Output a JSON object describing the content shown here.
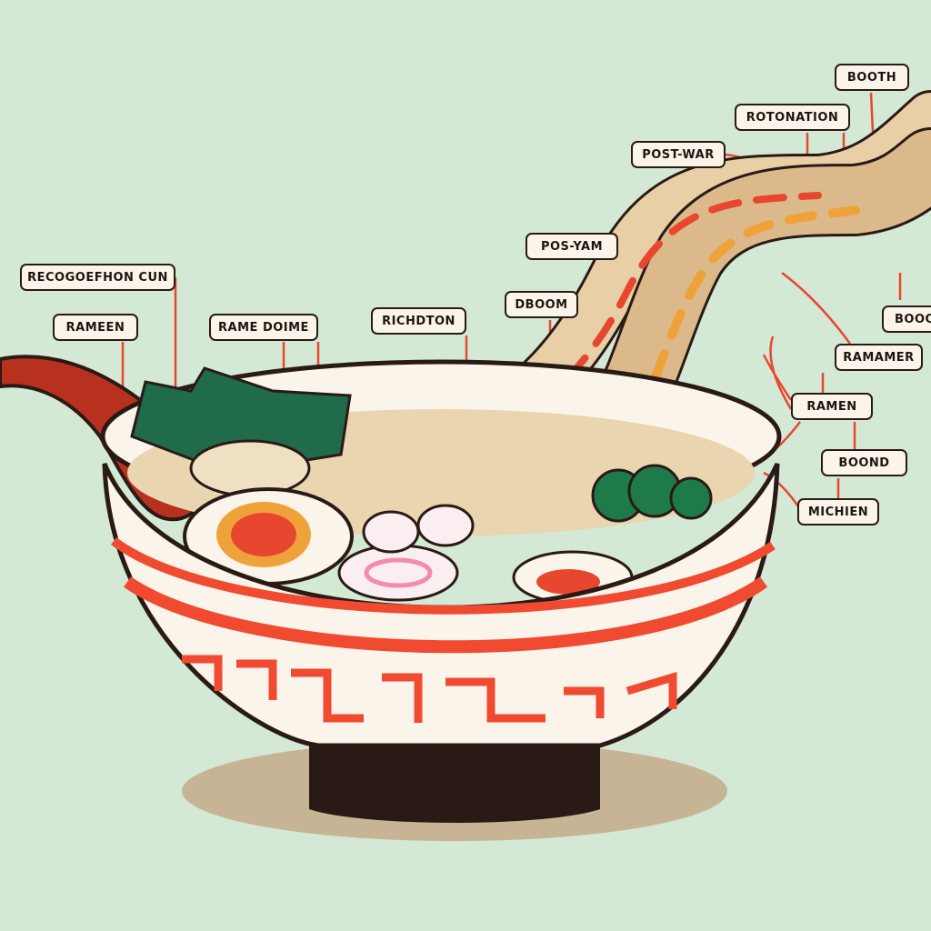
{
  "labels": [
    {
      "id": "booth",
      "text": "BOOTH"
    },
    {
      "id": "rotonation",
      "text": "ROTONATION"
    },
    {
      "id": "post-war",
      "text": "POST-WAR"
    },
    {
      "id": "pos-yam",
      "text": "POS-YAM"
    },
    {
      "id": "recogoefhon-cun",
      "text": "RECOGOEFHON CUN"
    },
    {
      "id": "rameen",
      "text": "RAMEEN"
    },
    {
      "id": "rame-doime",
      "text": "RAME DOIME"
    },
    {
      "id": "richdton",
      "text": "RICHDTON"
    },
    {
      "id": "dboom",
      "text": "DBOOM"
    },
    {
      "id": "booo",
      "text": "BOOO"
    },
    {
      "id": "ramamer",
      "text": "RAMAMER"
    },
    {
      "id": "ramen",
      "text": "RAMEN"
    },
    {
      "id": "boond",
      "text": "BOOND"
    },
    {
      "id": "michien",
      "text": "MICHIEN"
    }
  ],
  "colors": {
    "background": "#d4e8d6",
    "accent": "#e8472f",
    "outline": "#2a1a16",
    "bowl": "#fbf4ea"
  }
}
